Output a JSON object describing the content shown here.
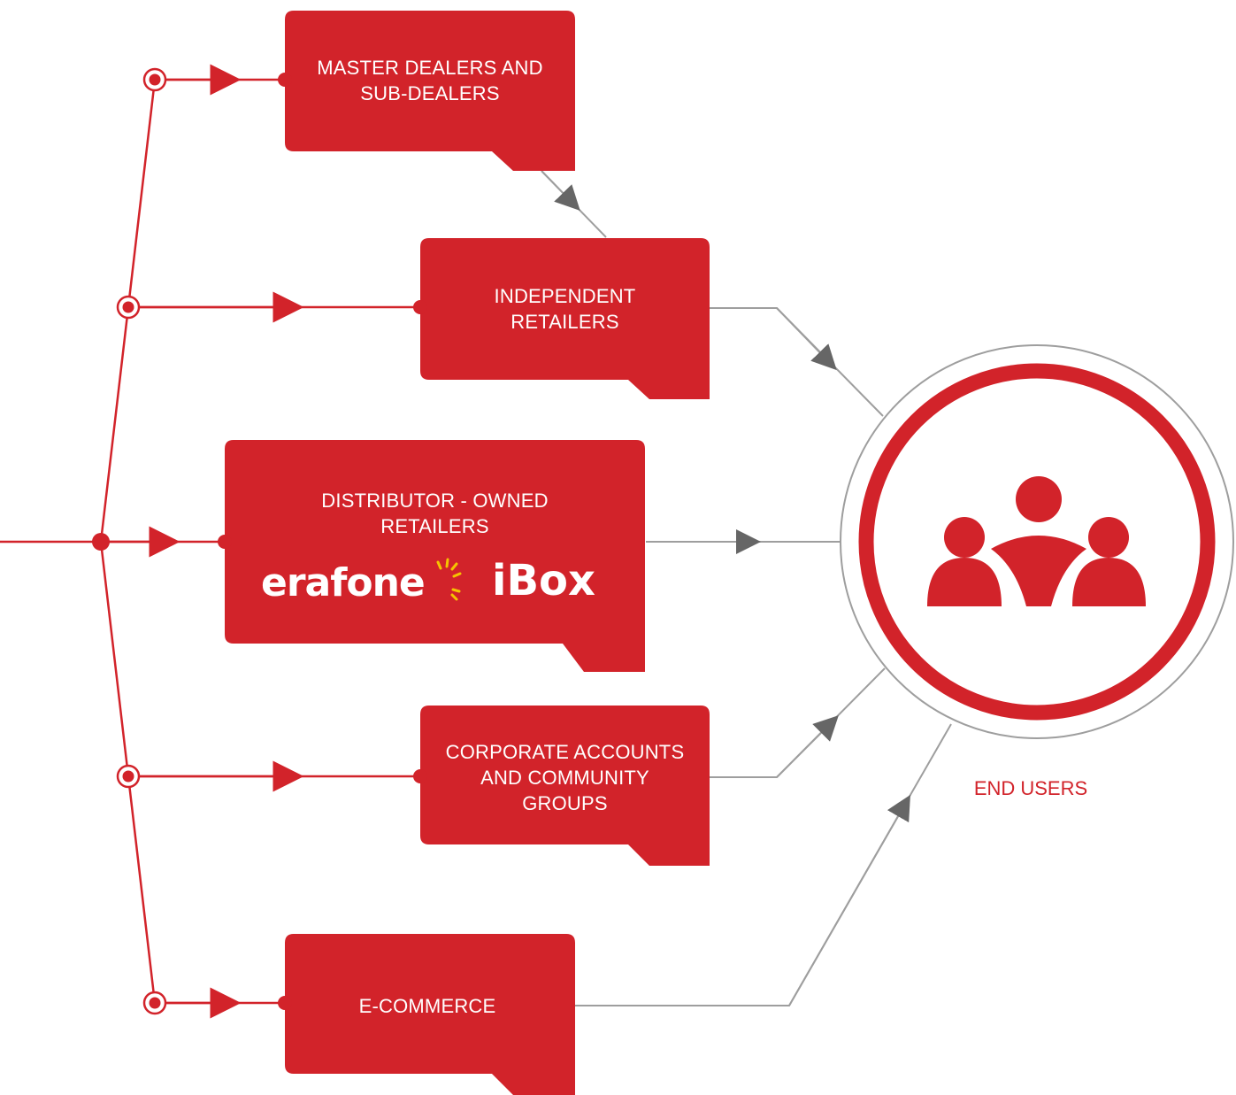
{
  "colors": {
    "accent": "#d2232a",
    "connector": "#9e9e9e",
    "background": "#ffffff",
    "logo_spark": "#f5c400"
  },
  "channels": {
    "master_dealers": {
      "line1": "MASTER DEALERS AND",
      "line2": "SUB-DEALERS"
    },
    "independent_retailers": {
      "line1": "INDEPENDENT",
      "line2": "RETAILERS"
    },
    "distributor_owned": {
      "line1": "DISTRIBUTOR - OWNED",
      "line2": "RETAILERS",
      "logos": [
        "erafone",
        "iBox"
      ]
    },
    "corporate_accounts": {
      "line1": "CORPORATE ACCOUNTS",
      "line2": "AND COMMUNITY",
      "line3": "GROUPS"
    },
    "ecommerce": {
      "line1": "E-COMMERCE"
    }
  },
  "end_users": {
    "label": "END USERS",
    "icon": "users-group-icon"
  }
}
